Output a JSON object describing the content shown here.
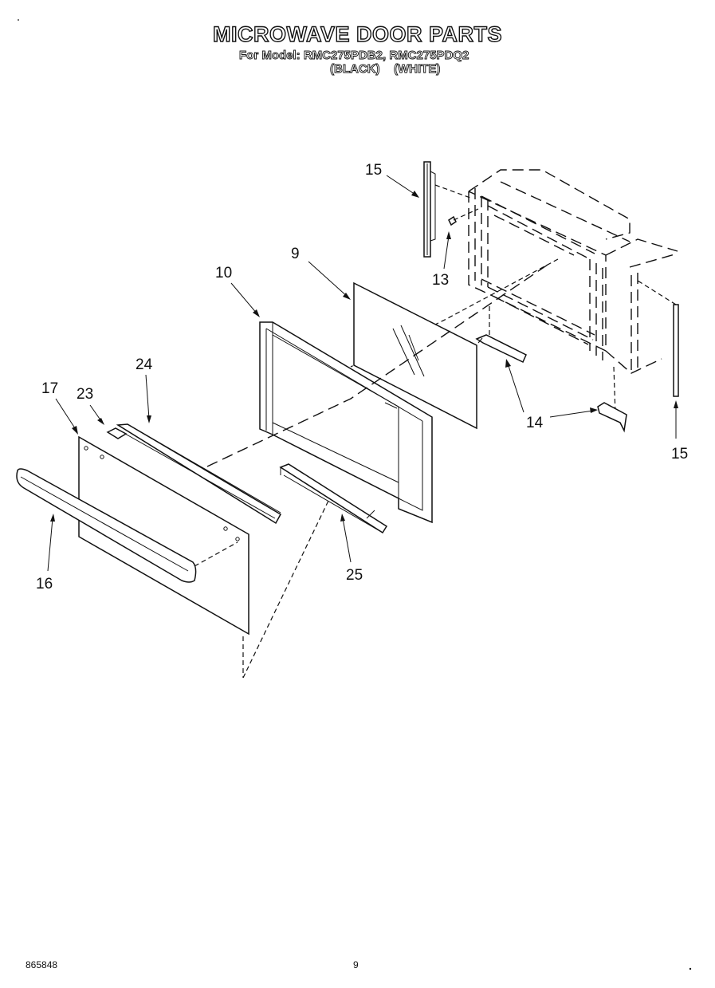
{
  "header": {
    "title": "MICROWAVE DOOR PARTS",
    "model_line": "For Model: RMC275PDB2, RMC275PDQ2",
    "variant_black": "(BLACK)",
    "variant_white": "(WHITE)"
  },
  "callouts": [
    {
      "id": "c15a",
      "label": "15"
    },
    {
      "id": "c13",
      "label": "13"
    },
    {
      "id": "c9",
      "label": "9"
    },
    {
      "id": "c10",
      "label": "10"
    },
    {
      "id": "c24",
      "label": "24"
    },
    {
      "id": "c17",
      "label": "17"
    },
    {
      "id": "c23",
      "label": "23"
    },
    {
      "id": "c14",
      "label": "14"
    },
    {
      "id": "c15b",
      "label": "15"
    },
    {
      "id": "c16",
      "label": "16"
    },
    {
      "id": "c25",
      "label": "25"
    }
  ],
  "footer": {
    "doc_number": "865848",
    "page_number": "9"
  }
}
